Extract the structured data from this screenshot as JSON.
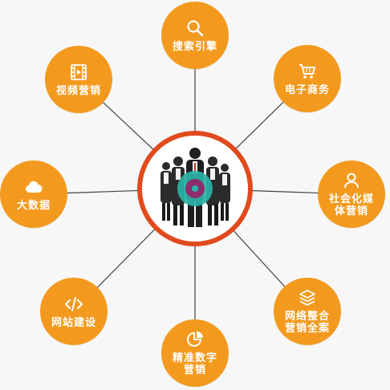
{
  "colors": {
    "node": "#f39a1e",
    "hub_ring": "#e04a1d",
    "line": "#444444",
    "background": "#f7f7f7"
  },
  "hub": {
    "icon": "business-team-photo"
  },
  "nodes": [
    {
      "id": "search",
      "label": "搜索引擎",
      "icon": "search-icon"
    },
    {
      "id": "ecommerce",
      "label": "电子商务",
      "icon": "shopping-cart-icon"
    },
    {
      "id": "social",
      "label": "社会化媒\n体营销",
      "icon": "user-icon"
    },
    {
      "id": "integrated",
      "label": "网络整合\n营销全案",
      "icon": "layers-icon"
    },
    {
      "id": "precision",
      "label": "精准数字\n营销",
      "icon": "chart-icon"
    },
    {
      "id": "website",
      "label": "网站建设",
      "icon": "code-icon"
    },
    {
      "id": "bigdata",
      "label": "大数据",
      "icon": "cloud-icon"
    },
    {
      "id": "video",
      "label": "视频营销",
      "icon": "film-icon"
    }
  ]
}
